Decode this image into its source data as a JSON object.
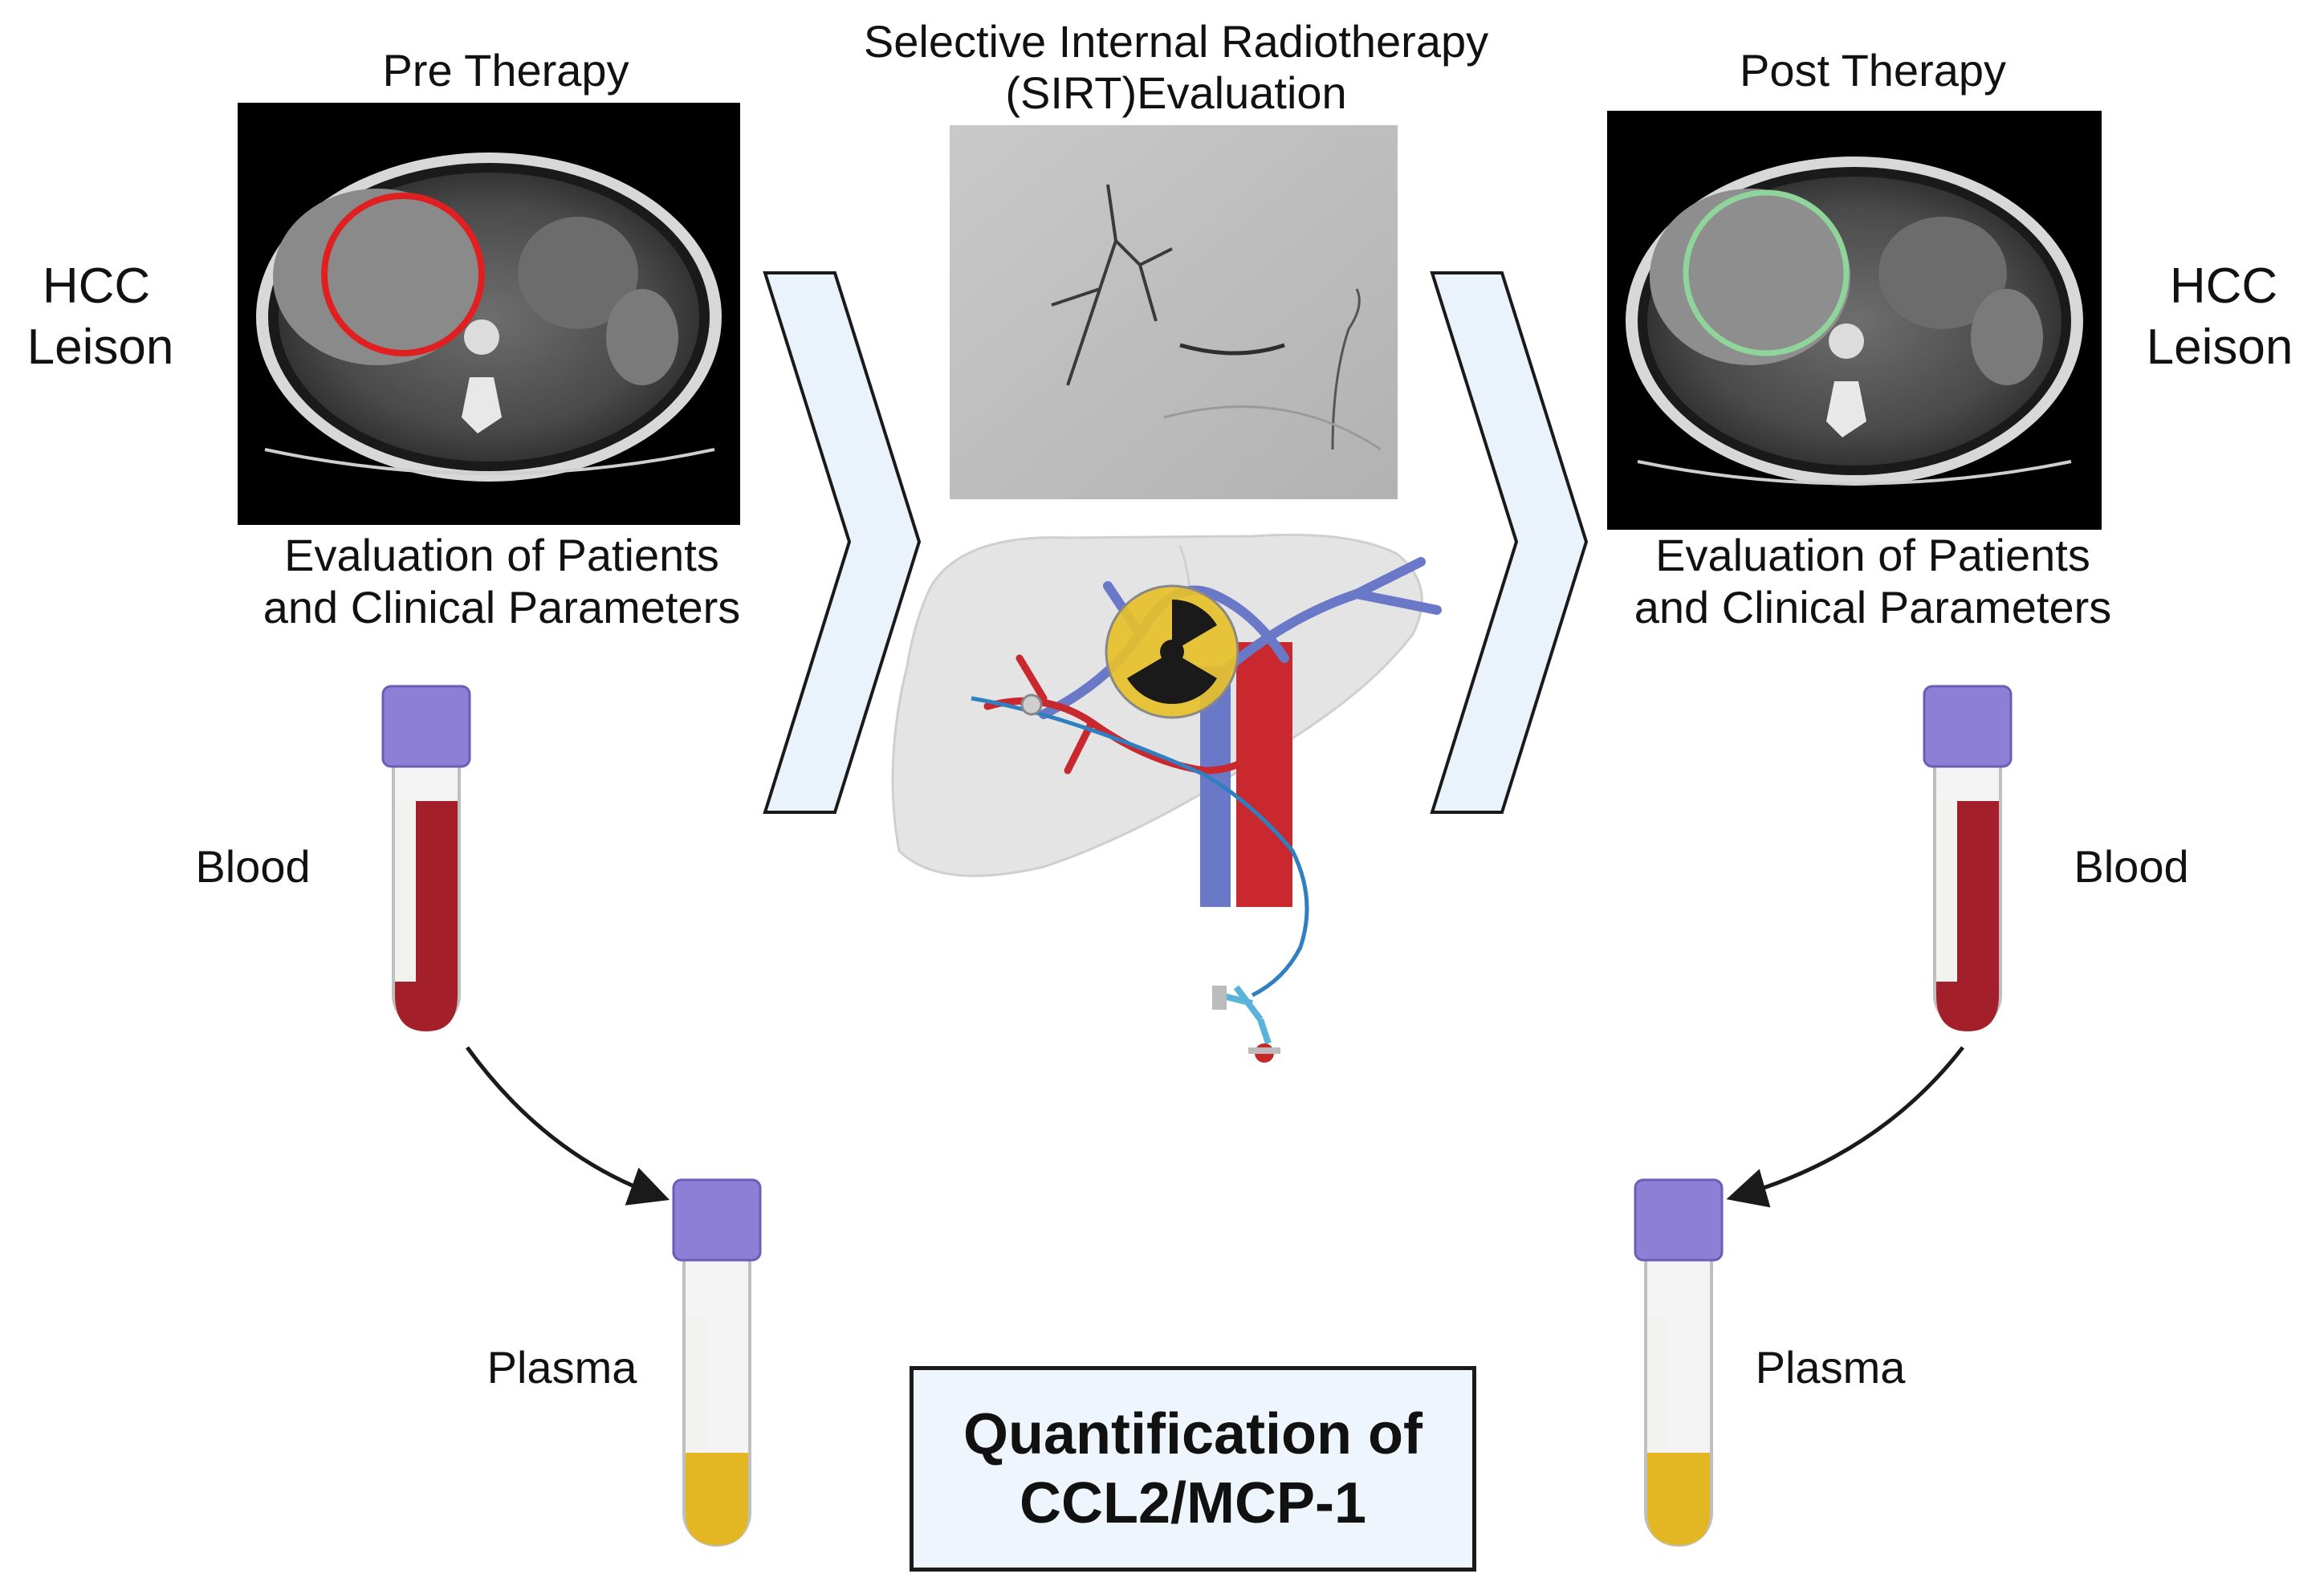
{
  "pre": {
    "title": "Pre Therapy",
    "side_label_line1": "HCC",
    "side_label_line2": "Leison",
    "caption_line1": "Evaluation of Patients",
    "caption_line2": "and Clinical Parameters",
    "blood_label": "Blood",
    "plasma_label": "Plasma",
    "lesion_circle_color": "#e02020"
  },
  "sirt": {
    "title_line1": "Selective Internal Radiotherapy",
    "title_line2": "(SIRT)Evaluation"
  },
  "post": {
    "title": "Post Therapy",
    "side_label_line1": "HCC",
    "side_label_line2": "Leison",
    "caption_line1": "Evaluation of Patients",
    "caption_line2": "and Clinical Parameters",
    "blood_label": "Blood",
    "plasma_label": "Plasma",
    "lesion_circle_color": "#8fd49a"
  },
  "result": {
    "line1": "Quantification of",
    "line2": "CCL2/MCP-1"
  },
  "colors": {
    "blood": "#a3202a",
    "plasma": "#e3b623",
    "tube_cap": "#8e7fd6",
    "arrow_chevron_fill": "#eaf2fb",
    "artery": "#c9282e",
    "vein": "#6a78c8",
    "liver": "#e4e4e4",
    "radiation": "#e7c02a"
  },
  "icons": {
    "chevron": "chevron-right-icon",
    "radiation": "radiation-icon",
    "tube": "test-tube-icon",
    "liver": "liver-icon"
  }
}
